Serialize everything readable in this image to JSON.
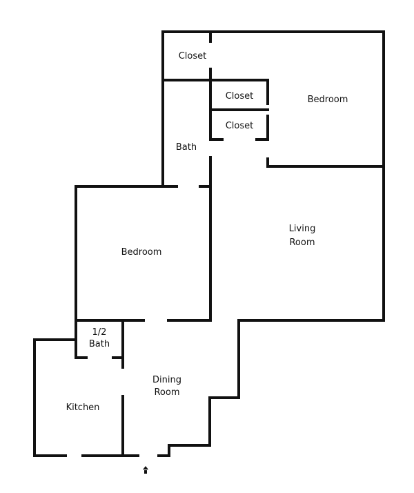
{
  "floorplan": {
    "rooms": {
      "closet_top": "Closet",
      "closet_mid": "Closet",
      "closet_low": "Closet",
      "bedroom_right": "Bedroom",
      "bath": "Bath",
      "living_line1": "Living",
      "living_line2": "Room",
      "bedroom_left": "Bedroom",
      "half_bath_line1": "1/2",
      "half_bath_line2": "Bath",
      "dining_line1": "Dining",
      "dining_line2": "Room",
      "kitchen": "Kitchen"
    },
    "colors": {
      "wall": "#111111",
      "background": "#ffffff"
    },
    "icons": {
      "entry": "entry-arrow-icon"
    }
  }
}
